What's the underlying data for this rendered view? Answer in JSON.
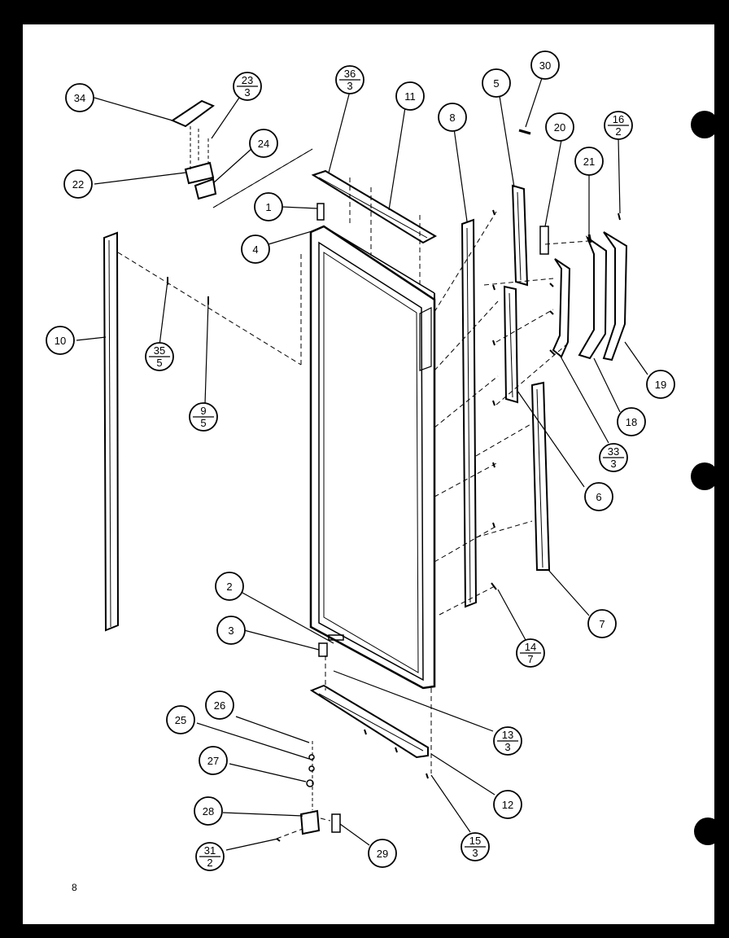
{
  "page_number": "8",
  "callouts": [
    {
      "id": "34",
      "top": "34"
    },
    {
      "id": "23",
      "top": "23",
      "bottom": "3"
    },
    {
      "id": "36",
      "top": "36",
      "bottom": "3"
    },
    {
      "id": "11",
      "top": "11"
    },
    {
      "id": "8",
      "top": "8"
    },
    {
      "id": "5",
      "top": "5"
    },
    {
      "id": "30",
      "top": "30"
    },
    {
      "id": "20",
      "top": "20"
    },
    {
      "id": "16",
      "top": "16",
      "bottom": "2"
    },
    {
      "id": "21",
      "top": "21"
    },
    {
      "id": "24",
      "top": "24"
    },
    {
      "id": "22",
      "top": "22"
    },
    {
      "id": "1",
      "top": "1"
    },
    {
      "id": "4",
      "top": "4"
    },
    {
      "id": "10",
      "top": "10"
    },
    {
      "id": "35",
      "top": "35",
      "bottom": "5"
    },
    {
      "id": "9",
      "top": "9",
      "bottom": "5"
    },
    {
      "id": "19",
      "top": "19"
    },
    {
      "id": "18",
      "top": "18"
    },
    {
      "id": "33",
      "top": "33",
      "bottom": "3"
    },
    {
      "id": "6",
      "top": "6"
    },
    {
      "id": "7",
      "top": "7"
    },
    {
      "id": "14",
      "top": "14",
      "bottom": "7"
    },
    {
      "id": "2",
      "top": "2"
    },
    {
      "id": "3",
      "top": "3"
    },
    {
      "id": "13",
      "top": "13",
      "bottom": "3"
    },
    {
      "id": "26",
      "top": "26"
    },
    {
      "id": "25",
      "top": "25"
    },
    {
      "id": "27",
      "top": "27"
    },
    {
      "id": "12",
      "top": "12"
    },
    {
      "id": "28",
      "top": "28"
    },
    {
      "id": "31",
      "top": "31",
      "bottom": "2"
    },
    {
      "id": "29",
      "top": "29"
    },
    {
      "id": "15",
      "top": "15",
      "bottom": "3"
    }
  ]
}
